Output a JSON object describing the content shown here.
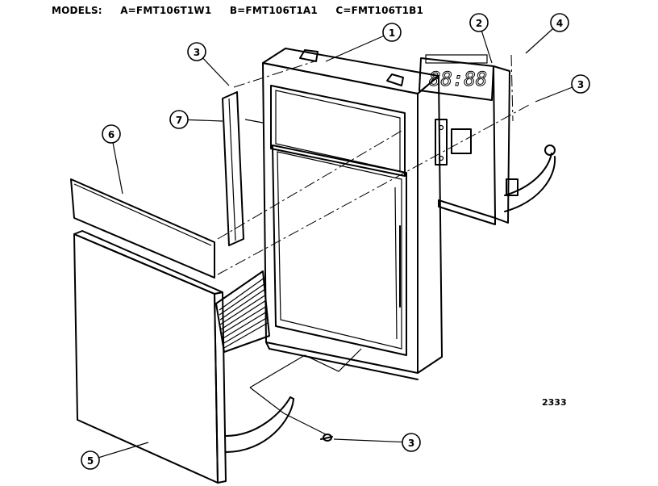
{
  "header": {
    "label": "MODELS:",
    "models": [
      "A=FMT106T1W1",
      "B=FMT106T1A1",
      "C=FMT106T1B1"
    ]
  },
  "figure_number": "2333",
  "callouts": [
    {
      "id": "callout-1",
      "number": "1"
    },
    {
      "id": "callout-2",
      "number": "2"
    },
    {
      "id": "callout-4",
      "number": "4"
    },
    {
      "id": "callout-3-top-left",
      "number": "3"
    },
    {
      "id": "callout-3-right",
      "number": "3"
    },
    {
      "id": "callout-7",
      "number": "7"
    },
    {
      "id": "callout-6",
      "number": "6"
    },
    {
      "id": "callout-5",
      "number": "5"
    },
    {
      "id": "callout-3-bottom",
      "number": "3"
    }
  ],
  "display_readout": "88:88"
}
